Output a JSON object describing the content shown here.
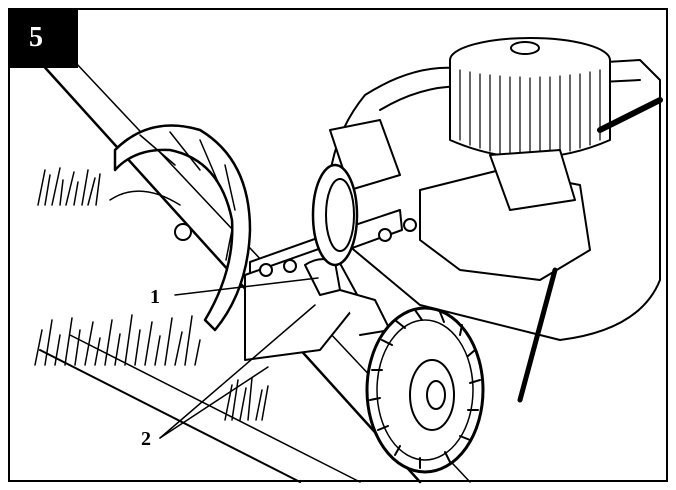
{
  "figure": {
    "step_number": "5",
    "callouts": [
      {
        "id": "1",
        "label": "1"
      },
      {
        "id": "2",
        "label": "2"
      }
    ]
  }
}
